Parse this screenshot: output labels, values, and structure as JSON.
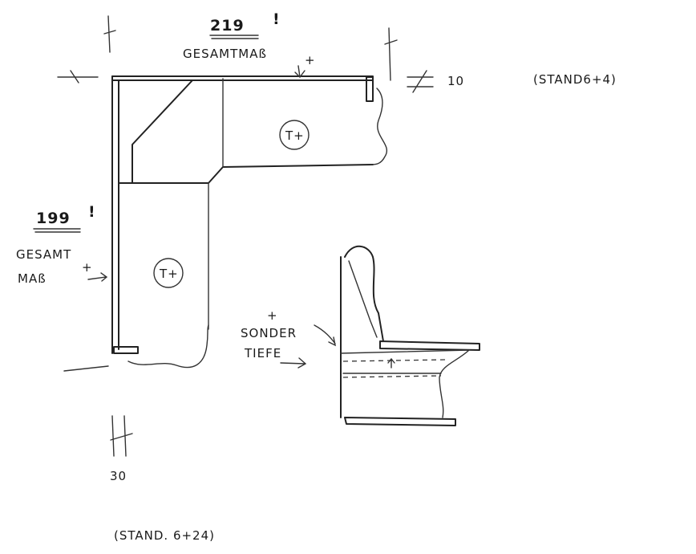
{
  "top_dimension": {
    "value": "219",
    "mark": "!",
    "label": "GESAMTMAß",
    "plus": "+"
  },
  "right_offset": {
    "value": "10",
    "note": "(STAND6+4)"
  },
  "left_dimension": {
    "value": "199",
    "mark": "!",
    "label_line1": "GESAMT",
    "label_line2": "MAß",
    "plus": "+"
  },
  "table_labels": {
    "top": "T+",
    "left": "T+"
  },
  "side_view": {
    "plus": "+",
    "label_line1": "SONDER",
    "label_line2": "TIEFE"
  },
  "bottom_offset": {
    "value": "30",
    "note": "(STAND. 6+24)"
  },
  "colors": {
    "ink": "#222222",
    "paper": "#ffffff"
  }
}
